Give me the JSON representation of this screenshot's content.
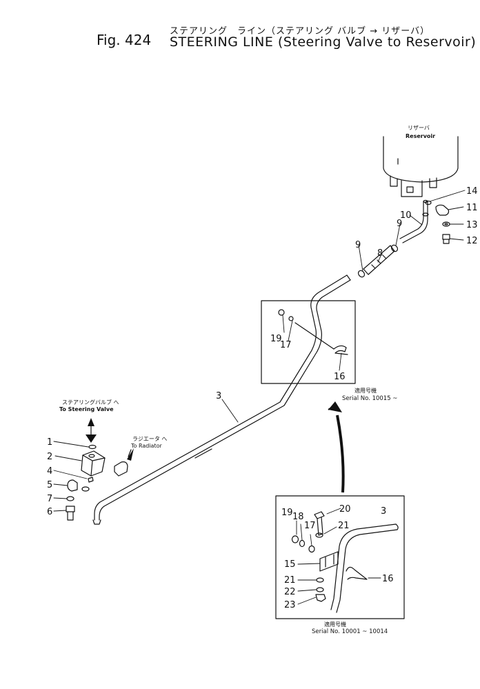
{
  "header": {
    "figure": "Fig. 424",
    "title_ja": "ステアリング　ライン（ステアリング バルブ → リザーバ）",
    "title_en": "STEERING LINE (Steering Valve to Reservoir)"
  },
  "callouts": {
    "reservoir_ja": "リザーバ",
    "reservoir_en": "Reservoir",
    "steering_valve_ja": "ステアリングバルブ へ",
    "steering_valve_en": "To Steering Valve",
    "radiator_ja": "ラジエータ へ",
    "radiator_en": "To Radiator",
    "applicable_ja": "適用号機",
    "serial_upper": "Serial No. 10015 ~",
    "serial_lower": "Serial No. 10001 ~ 10014"
  },
  "parts": {
    "p1": "1",
    "p2": "2",
    "p3": "3",
    "p4": "4",
    "p5": "5",
    "p6": "6",
    "p7": "7",
    "p8": "8",
    "p9a": "9",
    "p9b": "9",
    "p10": "10",
    "p11": "11",
    "p12": "12",
    "p13": "13",
    "p14": "14",
    "i_p19": "19",
    "i_p17": "17",
    "i_p16": "16",
    "l_p20": "20",
    "l_p19": "19",
    "l_p18": "18",
    "l_p17": "17",
    "l_p21a": "21",
    "l_p3": "3",
    "l_p15": "15",
    "l_p21b": "21",
    "l_p16": "16",
    "l_p22": "22",
    "l_p23": "23"
  }
}
